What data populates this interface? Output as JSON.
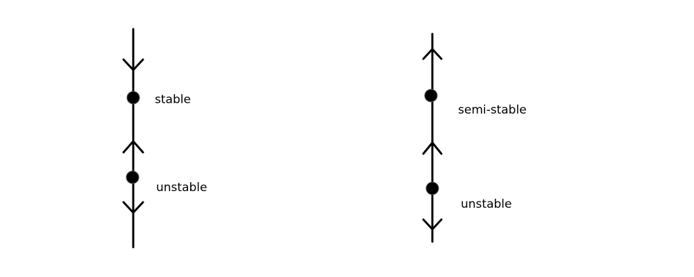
{
  "diagrams": [
    {
      "points": [
        {
          "label": "stable"
        },
        {
          "label": "unstable"
        }
      ]
    },
    {
      "points": [
        {
          "label": "semi-stable"
        },
        {
          "label": "unstable"
        }
      ]
    }
  ],
  "colors": {
    "line": "#000000",
    "point_fill": "#000000",
    "background": "#ffffff"
  }
}
